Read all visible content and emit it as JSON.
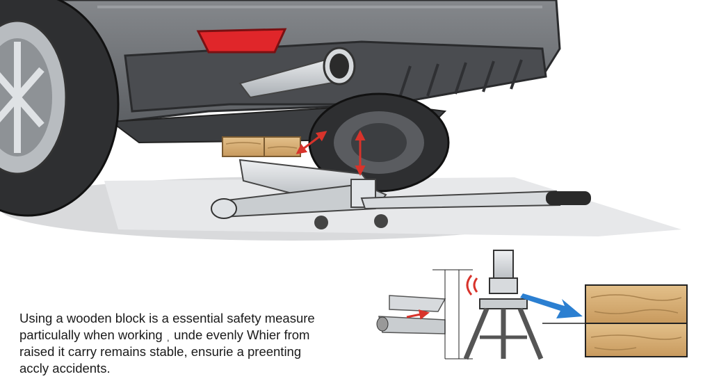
{
  "caption": {
    "lines": [
      "Using a wooden block is a essential safety measure",
      "particulally when working ˌ unde evenly Whier from",
      "raised it carry remains stable, ensurie a preenting",
      "accly accidents."
    ]
  },
  "colors": {
    "car_body": "#6f7276",
    "tire": "#2e2f31",
    "wood": "#d8b27a",
    "jack_metal": "#c9cdd0",
    "arrow_red": "#d8332b",
    "arrow_blue": "#2b7fd1",
    "tail_light": "#e0262a"
  },
  "icons": {
    "vertical_arrow": "double-arrow-red-icon",
    "diagonal_arrow": "double-arrow-red-icon",
    "pointer_arrow": "arrow-blue-icon",
    "motion_mark": "sound-wave-red-icon"
  }
}
